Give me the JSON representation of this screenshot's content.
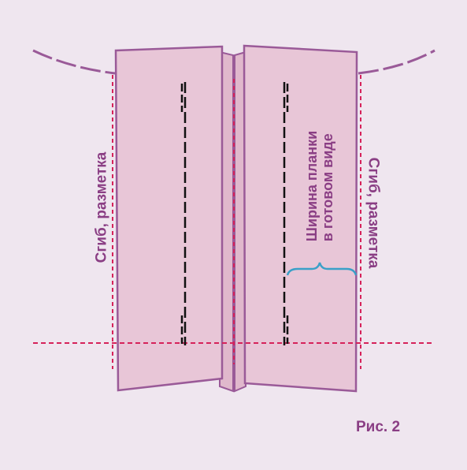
{
  "labels": {
    "fold_left": "Сгиб, разметка",
    "fold_right": "Сгиб, разметка",
    "placket_width_line1": "Ширина планки",
    "placket_width_line2": "в готовом виде",
    "figure_caption": "Рис. 2"
  },
  "colors": {
    "background": "#efe6ef",
    "fabric_fill": "#e8c6d7",
    "fabric_stroke": "#9a5a98",
    "fold_line": "#d6225a",
    "neckline": "#9a5a98",
    "stitch": "#111111",
    "brace": "#3aa0c8",
    "text": "#8a3e84"
  }
}
